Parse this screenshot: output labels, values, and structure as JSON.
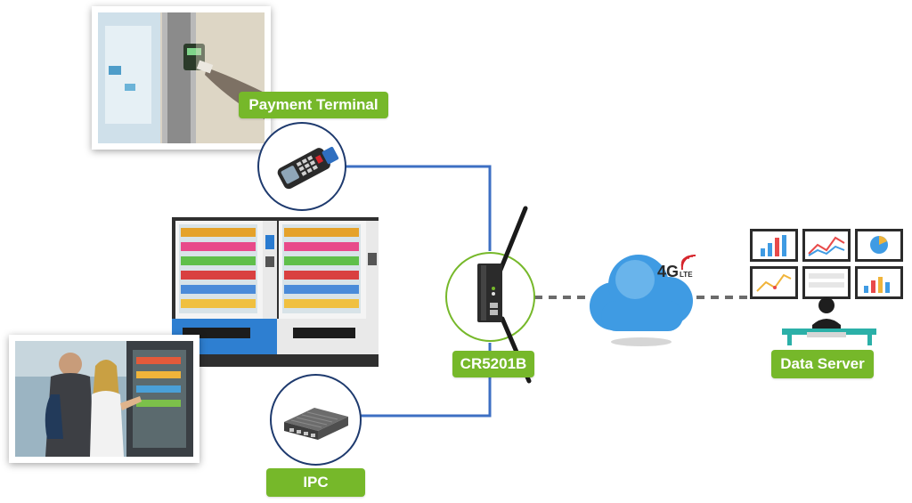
{
  "labels": {
    "payment_terminal": "Payment Terminal",
    "router": "CR5201B",
    "ipc": "IPC",
    "data_server": "Data Server",
    "network_badge_main": "4G",
    "network_badge_sub": "LTE"
  },
  "colors": {
    "label_green": "#76b82a",
    "link_blue": "#3d6fc3",
    "dashed_gray": "#6b6b6b",
    "circle_navy": "#1e3a6e",
    "router_circle_green": "#76b82a",
    "cloud_blue": "#3f9be3",
    "lte_red": "#d6262d"
  },
  "icons": [
    "payment-photo",
    "pos-terminal-icon",
    "vending-machine-icon",
    "customers-photo",
    "ipc-box-icon",
    "router-icon",
    "cloud-icon",
    "signal-icon",
    "data-server-monitors-icon"
  ]
}
